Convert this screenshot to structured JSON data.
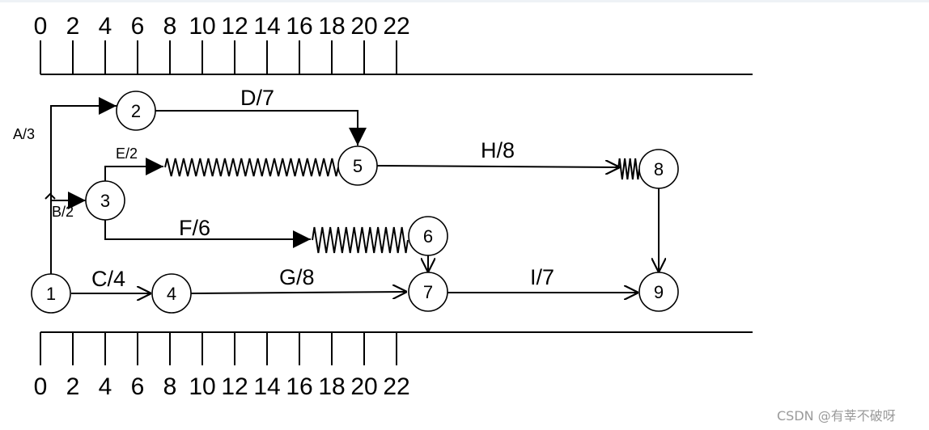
{
  "scale": {
    "ticks": [
      "0",
      "2",
      "4",
      "6",
      "8",
      "10",
      "12",
      "14",
      "16",
      "18",
      "20",
      "22"
    ]
  },
  "nodes": [
    {
      "id": "1",
      "label": "1"
    },
    {
      "id": "2",
      "label": "2"
    },
    {
      "id": "3",
      "label": "3"
    },
    {
      "id": "4",
      "label": "4"
    },
    {
      "id": "5",
      "label": "5"
    },
    {
      "id": "6",
      "label": "6"
    },
    {
      "id": "7",
      "label": "7"
    },
    {
      "id": "8",
      "label": "8"
    },
    {
      "id": "9",
      "label": "9"
    }
  ],
  "activities": [
    {
      "label": "A/3",
      "from": "1",
      "to": "2"
    },
    {
      "label": "B/2",
      "from": "1",
      "to": "3"
    },
    {
      "label": "C/4",
      "from": "1",
      "to": "4"
    },
    {
      "label": "D/7",
      "from": "2",
      "to": "5"
    },
    {
      "label": "E/2",
      "from": "3",
      "to": "5"
    },
    {
      "label": "F/6",
      "from": "3",
      "to": "6"
    },
    {
      "label": "G/8",
      "from": "4",
      "to": "7"
    },
    {
      "label": "H/8",
      "from": "5",
      "to": "8"
    },
    {
      "label": "I/7",
      "from": "7",
      "to": "9"
    }
  ],
  "watermark": "CSDN @有莘不破呀"
}
